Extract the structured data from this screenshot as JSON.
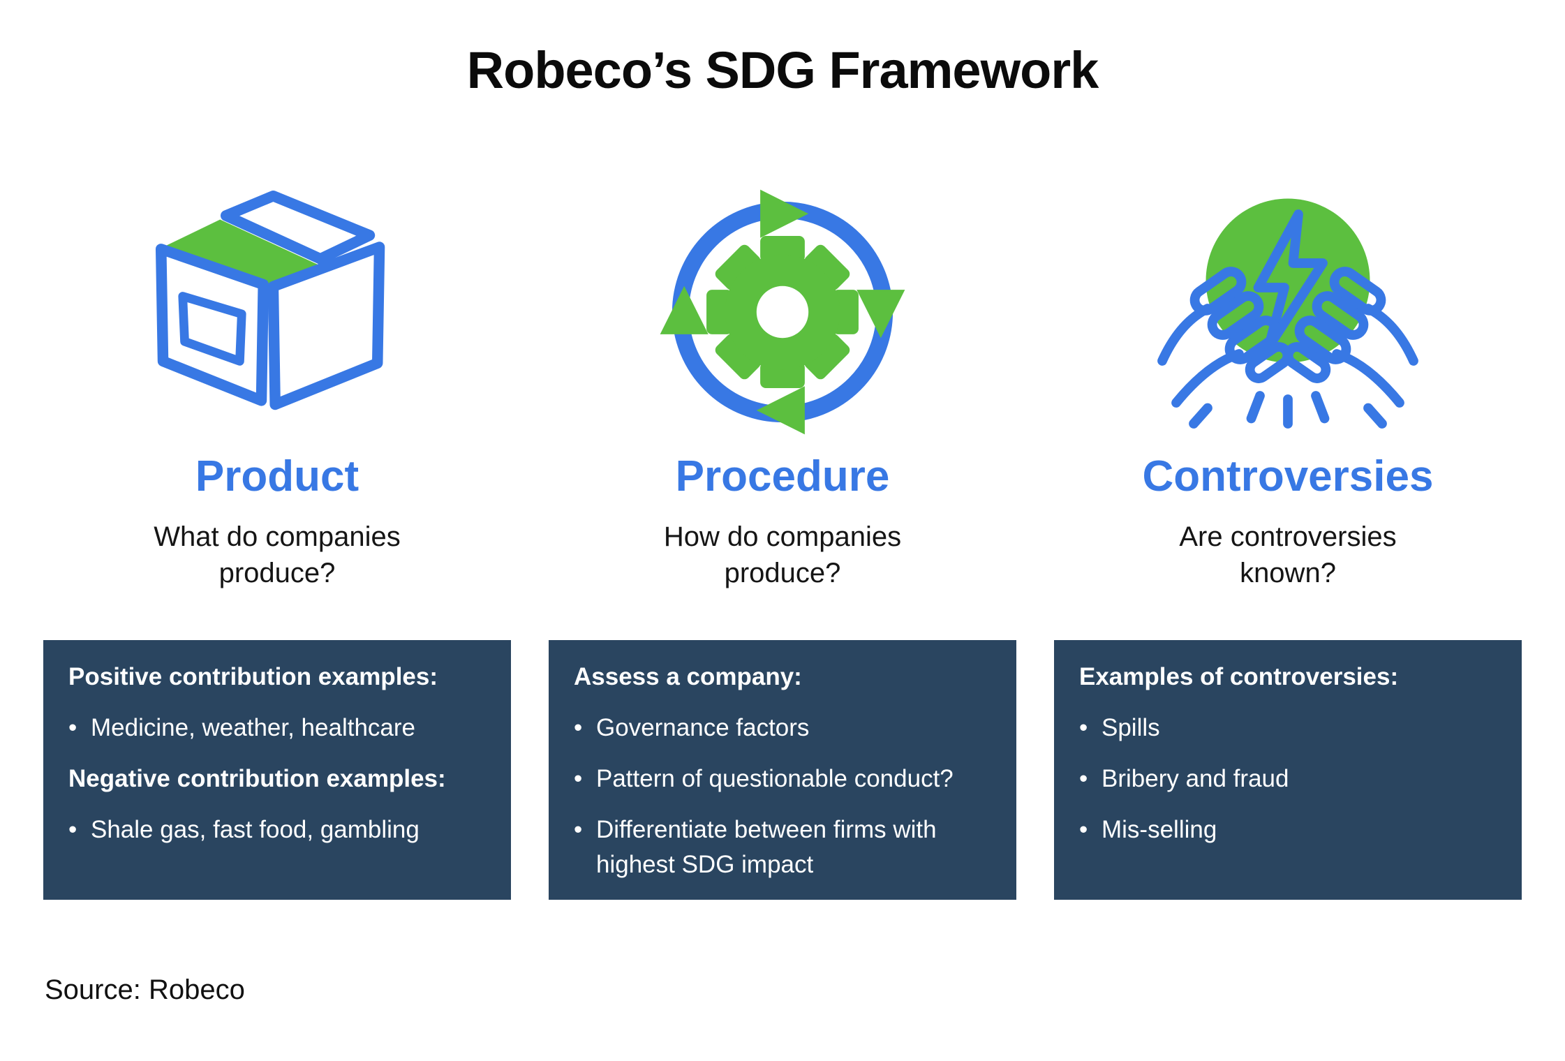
{
  "title": "Robeco’s SDG Framework",
  "source": "Source: Robeco",
  "bullet_char": "•",
  "colors": {
    "accent_blue": "#3878E4",
    "accent_green": "#5CBF3F",
    "panel_background": "#2A4560",
    "text_dark": "#111111",
    "text_on_panel": "#FFFFFF",
    "page_background": "#FFFFFF"
  },
  "columns": [
    {
      "icon": "product-box-icon",
      "heading": "Product",
      "question": "What do companies produce?",
      "panel": {
        "items": [
          {
            "style": "header",
            "text": "Positive contribution examples:"
          },
          {
            "style": "bullet",
            "text": "Medicine, weather, healthcare"
          },
          {
            "style": "header",
            "text": "Negative contribution examples:"
          },
          {
            "style": "bullet",
            "text": "Shale gas, fast food, gambling"
          }
        ]
      }
    },
    {
      "icon": "procedure-cycle-gear-icon",
      "heading": "Procedure",
      "question": "How do companies produce?",
      "panel": {
        "items": [
          {
            "style": "header",
            "text": "Assess a company:"
          },
          {
            "style": "bullet",
            "text": "Governance factors"
          },
          {
            "style": "bullet",
            "text": "Pattern of questionable conduct?"
          },
          {
            "style": "bullet",
            "text": "Differentiate between firms with highest SDG impact"
          }
        ]
      }
    },
    {
      "icon": "controversies-conflict-fists-icon",
      "heading": "Controversies",
      "question": "Are controversies known?",
      "panel": {
        "items": [
          {
            "style": "header",
            "text": "Examples of controversies:"
          },
          {
            "style": "bullet",
            "text": "Spills"
          },
          {
            "style": "bullet",
            "text": "Bribery and fraud"
          },
          {
            "style": "bullet",
            "text": "Mis-selling"
          }
        ]
      }
    }
  ]
}
